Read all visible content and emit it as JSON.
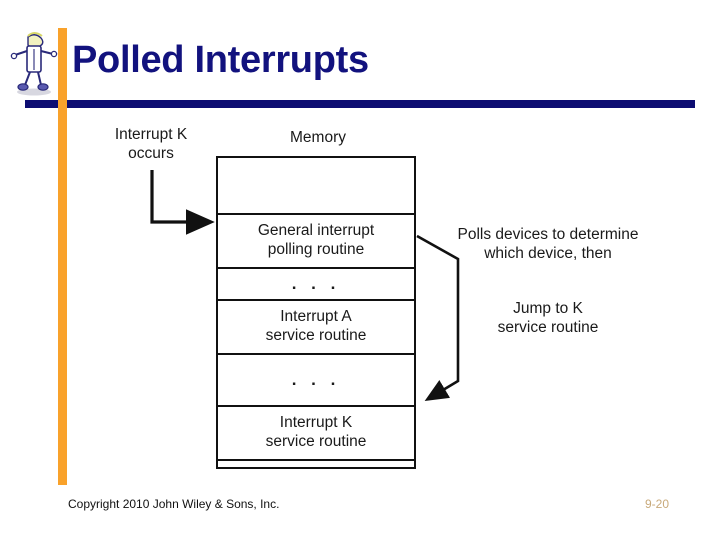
{
  "slide": {
    "title": "Polled Interrupts",
    "accent_orange": "#f9a22b",
    "accent_navy": "#0d0d72",
    "title_color": "#12127e",
    "page_number_color": "#c8a97a"
  },
  "figure": {
    "memory_label": "Memory",
    "interrupt_label": "Interrupt K\noccurs",
    "polls_label": "Polls devices to determine\nwhich device, then",
    "jump_label": "Jump to K\nservice routine",
    "memory_rows": [
      {
        "text": "",
        "kind": "empty"
      },
      {
        "text": "General interrupt\npolling routine",
        "kind": "routine"
      },
      {
        "text": ". . .",
        "kind": "ellipsis"
      },
      {
        "text": "Interrupt A\nservice routine",
        "kind": "routine"
      },
      {
        "text": ". . .",
        "kind": "ellipsis"
      },
      {
        "text": "Interrupt K\nservice routine",
        "kind": "routine"
      },
      {
        "text": "",
        "kind": "empty"
      }
    ]
  },
  "footer": {
    "copyright": "Copyright 2010 John Wiley & Sons, Inc.",
    "page_number": "9-20"
  }
}
